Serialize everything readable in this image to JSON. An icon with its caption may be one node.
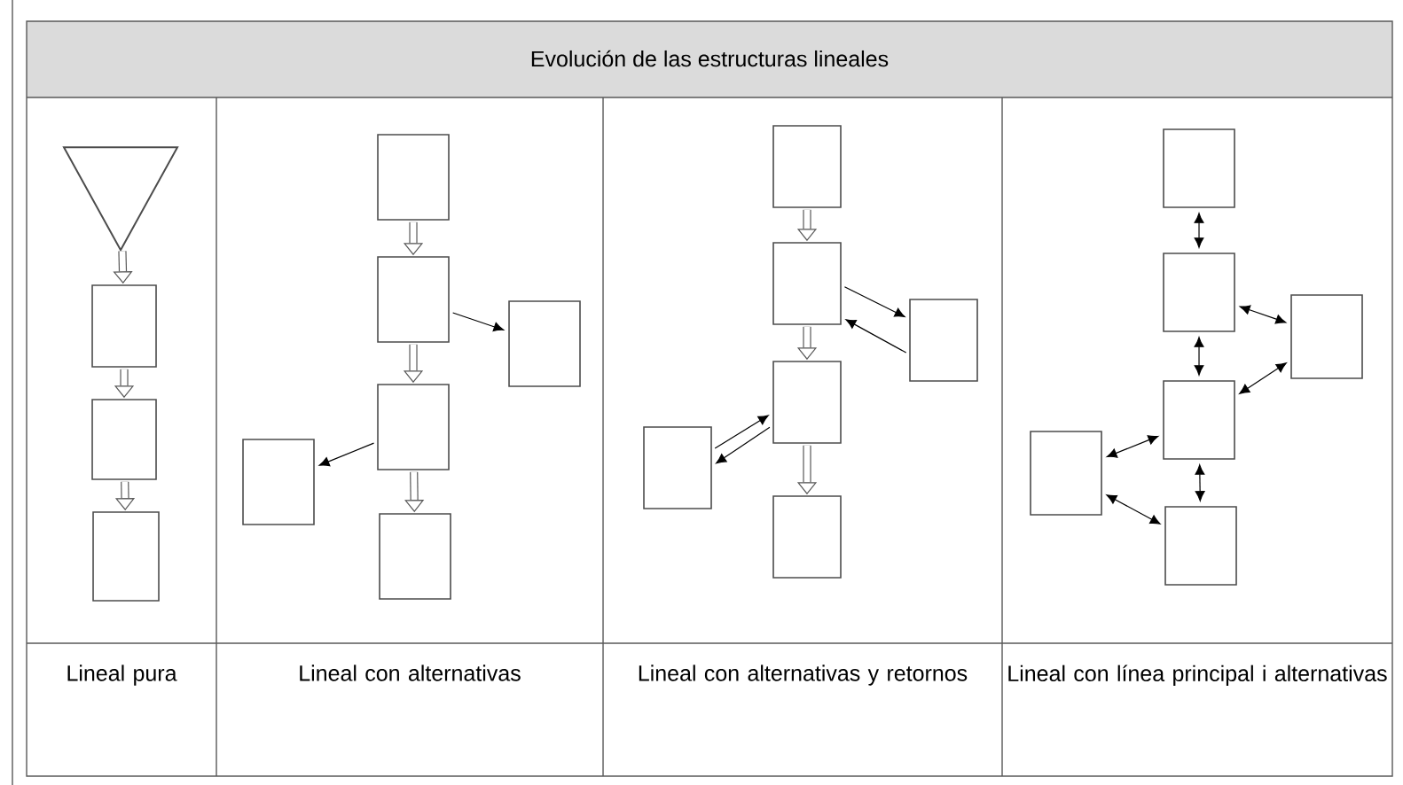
{
  "diagram": {
    "title": "Evolución de las estructuras lineales",
    "nodes": [
      {
        "text": [],
        "shape": "triangle"
      },
      {
        "text": [],
        "shape": "box"
      },
      {
        "text": [],
        "shape": "box"
      },
      {
        "text": [],
        "shape": "box"
      },
      {
        "text": [],
        "shape": "box"
      },
      {
        "text": [],
        "shape": "box"
      },
      {
        "text": [],
        "shape": "box"
      },
      {
        "text": [],
        "shape": "box"
      },
      {
        "text": [],
        "shape": "box"
      },
      {
        "text": [],
        "shape": "box"
      },
      {
        "text": [],
        "shape": "box"
      },
      {
        "text": [],
        "shape": "box"
      },
      {
        "text": [],
        "shape": "box"
      },
      {
        "text": [],
        "shape": "box"
      },
      {
        "text": [],
        "shape": "box"
      },
      {
        "text": [],
        "shape": "box"
      },
      {
        "text": [],
        "shape": "box"
      },
      {
        "text": [],
        "shape": "box"
      },
      {
        "text": [],
        "shape": "box"
      },
      {
        "text": [],
        "shape": "box"
      },
      {
        "text": [],
        "shape": "box"
      },
      {
        "text": [],
        "shape": "box"
      }
    ],
    "edges": [
      {
        "from": 0,
        "to": 1,
        "arrow": "to",
        "style": "thick"
      },
      {
        "from": 1,
        "to": 2,
        "arrow": "to",
        "style": "thick"
      },
      {
        "from": 2,
        "to": 3,
        "arrow": "to",
        "style": "thick"
      },
      {
        "from": 4,
        "to": 5,
        "arrow": "to",
        "style": "thick"
      },
      {
        "from": 5,
        "to": 6,
        "arrow": "to"
      },
      {
        "from": 5,
        "to": 7,
        "arrow": "to",
        "style": "thick"
      },
      {
        "from": 7,
        "to": 8,
        "arrow": "to"
      },
      {
        "from": 7,
        "to": 9,
        "arrow": "to",
        "style": "thick"
      },
      {
        "from": 10,
        "to": 11,
        "arrow": "to",
        "style": "thick"
      },
      {
        "from": 11,
        "to": 12,
        "arrow": "to"
      },
      {
        "from": 12,
        "to": 11,
        "arrow": "to"
      },
      {
        "from": 11,
        "to": 13,
        "arrow": "to",
        "style": "thick"
      },
      {
        "from": 14,
        "to": 13,
        "arrow": "to"
      },
      {
        "from": 13,
        "to": 14,
        "arrow": "to"
      },
      {
        "from": 13,
        "to": 15,
        "arrow": "to",
        "style": "thick"
      },
      {
        "from": 16,
        "to": 17,
        "arrow": "both"
      },
      {
        "from": 17,
        "to": 18,
        "arrow": "both"
      },
      {
        "from": 17,
        "to": 19,
        "arrow": "both"
      },
      {
        "from": 18,
        "to": 19,
        "arrow": "both"
      },
      {
        "from": 19,
        "to": 20,
        "arrow": "both"
      },
      {
        "from": 19,
        "to": 21,
        "arrow": "both"
      },
      {
        "from": 20,
        "to": 21,
        "arrow": "both"
      }
    ],
    "labels": [
      "Lineal pura",
      "Lineal con alternativas",
      "Lineal con alternativas y retornos",
      "Lineal con línea principal i alternativas"
    ]
  }
}
